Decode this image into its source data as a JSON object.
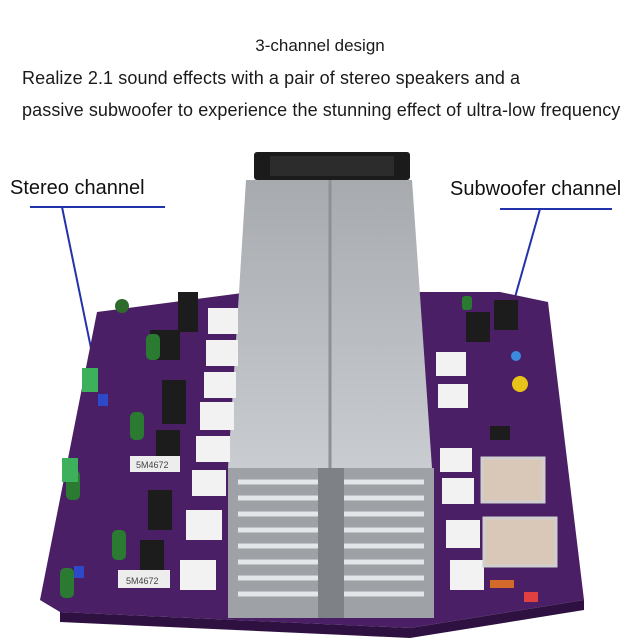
{
  "heading": {
    "title": "3-channel design",
    "line1": "Realize 2.1 sound effects with a pair of stereo speakers and a",
    "line2": "passive subwoofer to experience the stunning effect of ultra-low frequency"
  },
  "callouts": {
    "stereo": "Stereo channel",
    "subwoofer": "Subwoofer channel"
  },
  "component_text": {
    "chip_left_1": "5M4672",
    "chip_left_2": "5M4672"
  },
  "colors": {
    "pcb": "#4a1f66",
    "heatsink": "#b9bcc0",
    "callout_line": "#2233aa"
  }
}
